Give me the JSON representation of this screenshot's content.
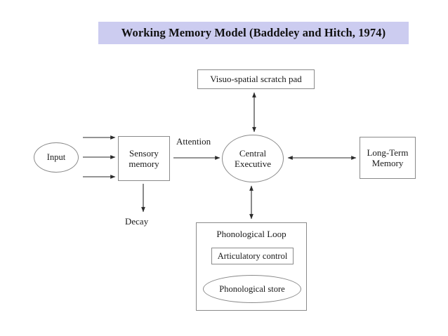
{
  "title": {
    "text": "Working Memory Model (Baddeley and Hitch, 1974)",
    "banner_color": "#ccccf0"
  },
  "diagram": {
    "type": "flow-diagram",
    "background_color": "#ffffff",
    "stroke_color": "#2b2b2b",
    "node_border_color": "#8a8a8a",
    "nodes": [
      {
        "id": "input",
        "label": "Input",
        "shape": "ellipse"
      },
      {
        "id": "sensory-memory",
        "label": "Sensory\nmemory",
        "shape": "rect",
        "line1": "Sensory",
        "line2": "memory"
      },
      {
        "id": "central-executive",
        "label": "Central\nExecutive",
        "shape": "ellipse",
        "line1": "Central",
        "line2": "Executive"
      },
      {
        "id": "visuospatial",
        "label": "Visuo-spatial scratch pad",
        "shape": "rect"
      },
      {
        "id": "long-term-memory",
        "label": "Long-Term\nMemory",
        "shape": "rect",
        "line1": "Long-Term",
        "line2": "Memory"
      },
      {
        "id": "phonological-loop",
        "label": "Phonological Loop",
        "shape": "rect"
      },
      {
        "id": "articulatory-control",
        "label": "Articulatory control",
        "shape": "rect"
      },
      {
        "id": "phonological-store",
        "label": "Phonological store",
        "shape": "ellipse"
      }
    ],
    "edge_labels": {
      "attention": "Attention",
      "decay": "Decay"
    },
    "edges": [
      {
        "from": "input",
        "to": "sensory-memory",
        "arrow": "single",
        "note": "upper stream"
      },
      {
        "from": "input",
        "to": "sensory-memory",
        "arrow": "single",
        "note": "middle stream"
      },
      {
        "from": "input",
        "to": "sensory-memory",
        "arrow": "single",
        "note": "lower stream"
      },
      {
        "from": "sensory-memory",
        "to": "central-executive",
        "arrow": "single",
        "label": "Attention"
      },
      {
        "from": "sensory-memory",
        "to": "decay",
        "arrow": "single",
        "label": "Decay"
      },
      {
        "from": "visuospatial",
        "to": "central-executive",
        "arrow": "double"
      },
      {
        "from": "central-executive",
        "to": "long-term-memory",
        "arrow": "double"
      },
      {
        "from": "central-executive",
        "to": "phonological-loop",
        "arrow": "double"
      }
    ]
  }
}
